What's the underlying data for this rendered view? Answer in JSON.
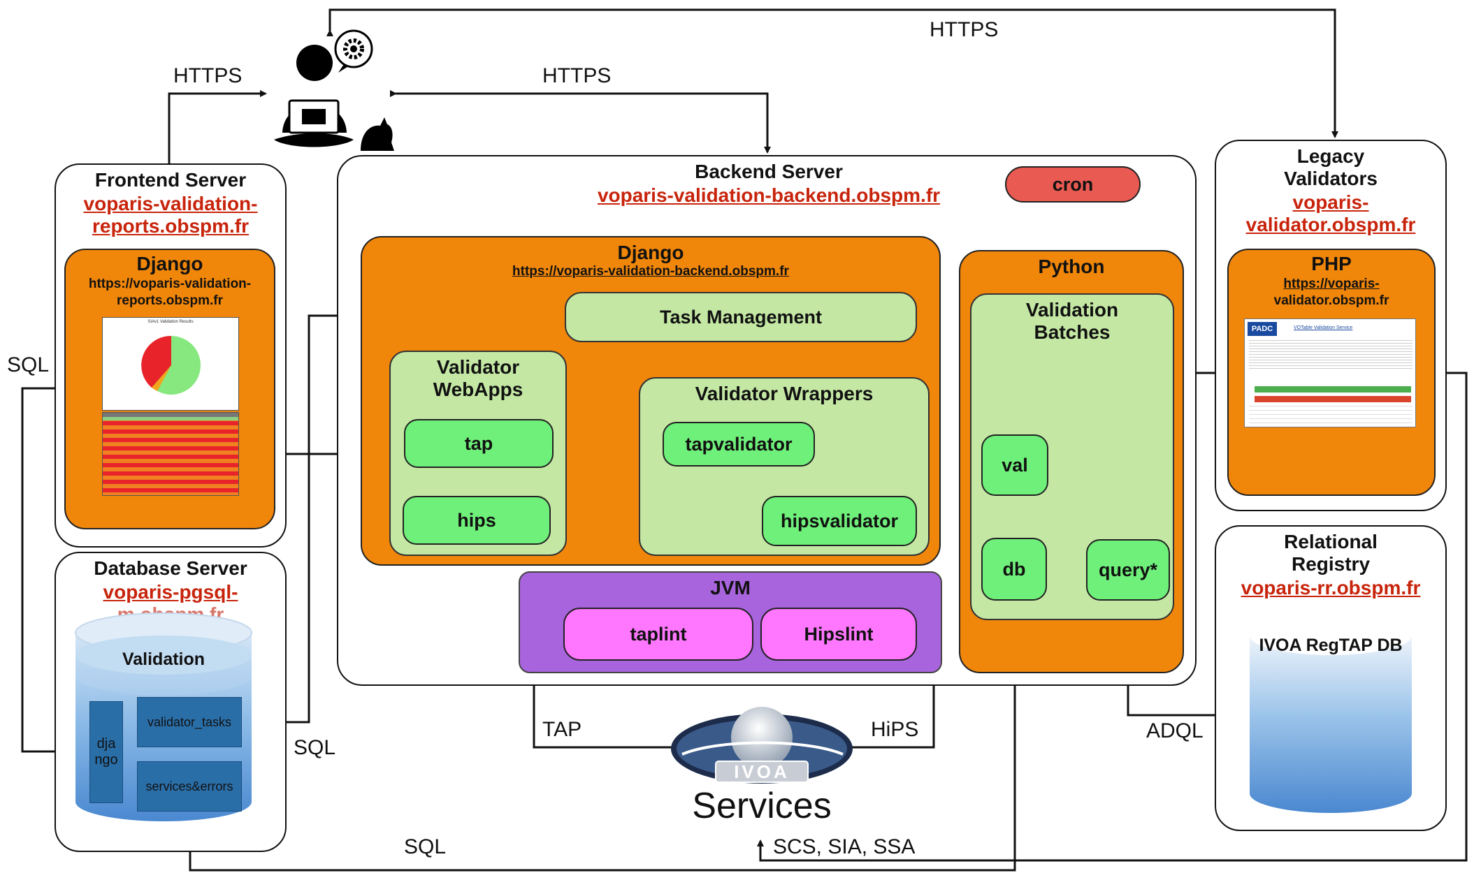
{
  "top": {
    "https_left": "HTTPS",
    "https_mid": "HTTPS",
    "https_top": "HTTPS"
  },
  "frontend": {
    "title": "Frontend Server",
    "link": "voparis-validation-reports.obspm.fr",
    "link_line1": "voparis-validation-",
    "link_line2": "reports.obspm.fr",
    "django_title": "Django",
    "django_url_line1": "https://voparis-validation-",
    "django_url_line2": "reports.obspm.fr",
    "thumb_title": "SIAv1 Validation Results"
  },
  "database": {
    "title": "Database Server",
    "link_line1": "voparis-pgsql-",
    "link_line2": "m.obspm.fr",
    "cylinder_title": "Validation",
    "tables": {
      "django_line1": "dja",
      "django_line2": "ngo",
      "validator_tasks": "validator_tasks",
      "services_errors": "services&errors"
    }
  },
  "backend": {
    "title": "Backend Server",
    "link": "voparis-validation-backend.obspm.fr",
    "cron": "cron",
    "django_title": "Django",
    "django_url": "https://voparis-validation-backend.obspm.fr",
    "task_management": "Task Management",
    "webapps_title_line1": "Validator",
    "webapps_title_line2": "WebApps",
    "tap": "tap",
    "hips": "hips",
    "wrappers_title": "Validator Wrappers",
    "tapvalidator": "tapvalidator",
    "hipsvalidator": "hipsvalidator",
    "jvm_title": "JVM",
    "taplint": "taplint",
    "hipslint": "Hipslint",
    "python_title": "Python",
    "batches_title_line1": "Validation",
    "batches_title_line2": "Batches",
    "val": "val",
    "db": "db",
    "query": "query*"
  },
  "legacy": {
    "title_line1": "Legacy",
    "title_line2": "Validators",
    "link_line1": "voparis-",
    "link_line2": "validator.obspm.fr",
    "php_title": "PHP",
    "php_url_line1": "https://voparis-",
    "php_url_line2": "validator.obspm.fr",
    "thumb_logo": "PADC",
    "thumb_title": "VOTable Validation Service"
  },
  "registry": {
    "title_line1": "Relational",
    "title_line2": "Registry",
    "link": "voparis-rr.obspm.fr",
    "db_title": "IVOA RegTAP DB"
  },
  "services": {
    "logo_text": "IVOA",
    "label": "Services"
  },
  "edge_labels": {
    "sql_left": "SQL",
    "sql_db": "SQL",
    "sql_bottom": "SQL",
    "tap": "TAP",
    "hips": "HiPS",
    "adql": "ADQL",
    "scs_sia_ssa": "SCS, SIA, SSA"
  },
  "colors": {
    "orange": "#f0860a",
    "light_green": "#c4e8a4",
    "green": "#6ff07a",
    "pink": "#ff77ff",
    "purple": "#a864dc",
    "cron": "#e85a52",
    "link_red": "#c8240c",
    "cylinder_blue": "#4a88d0"
  }
}
